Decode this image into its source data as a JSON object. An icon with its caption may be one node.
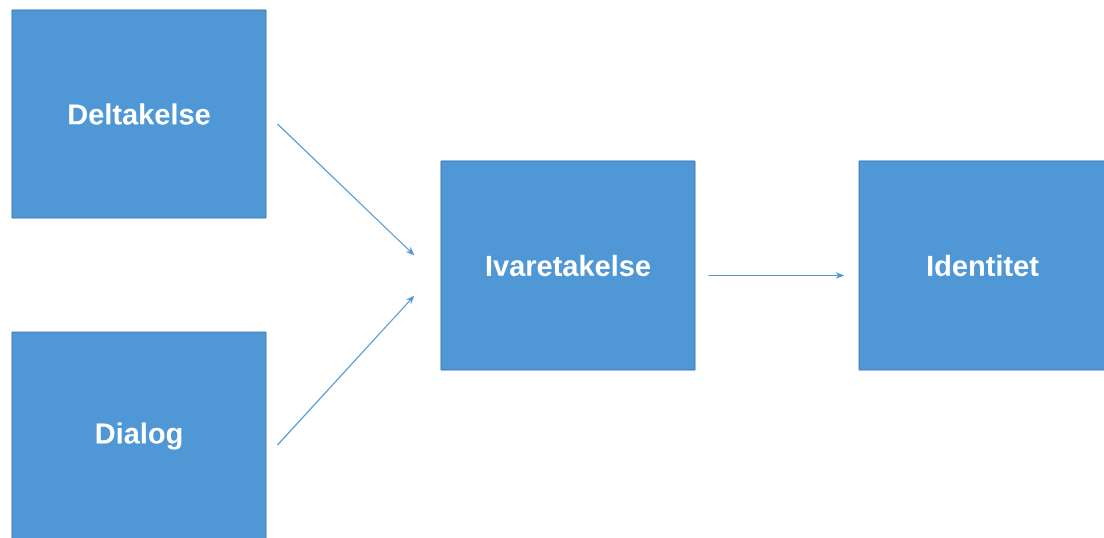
{
  "diagram": {
    "nodes": [
      {
        "text": [
          "Deltakelse"
        ]
      },
      {
        "text": [
          "Dialog"
        ]
      },
      {
        "text": [
          "Ivaretakelse"
        ]
      },
      {
        "text": [
          "Identitet"
        ]
      }
    ],
    "edges": [
      {
        "from": 0,
        "to": 2,
        "arrow": "to"
      },
      {
        "from": 1,
        "to": 2,
        "arrow": "to"
      },
      {
        "from": 2,
        "to": 3,
        "arrow": "to"
      }
    ]
  }
}
